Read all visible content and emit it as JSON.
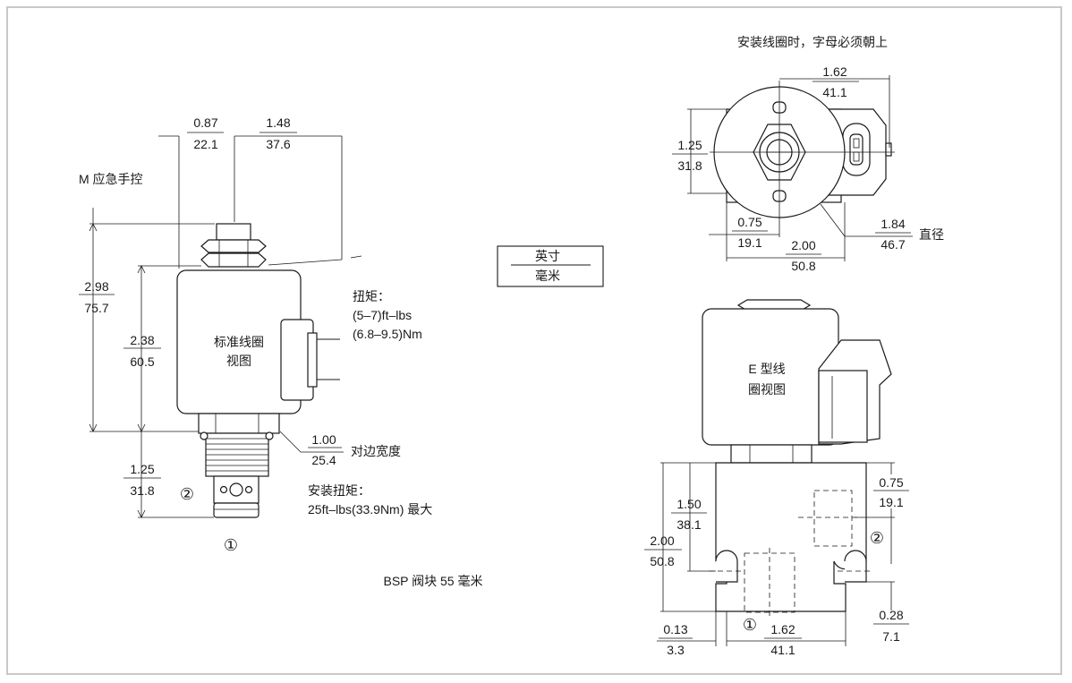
{
  "units_legend": {
    "inch": "英寸",
    "mm": "毫米"
  },
  "left_view": {
    "manual_override": "M 应急手控",
    "coil_label_1": "标准线圈",
    "coil_label_2": "视图",
    "dim_top_a": {
      "in": "0.87",
      "mm": "22.1"
    },
    "dim_top_b": {
      "in": "1.48",
      "mm": "37.6"
    },
    "dim_overall": {
      "in": "2.98",
      "mm": "75.7"
    },
    "dim_coil": {
      "in": "2.38",
      "mm": "60.5"
    },
    "dim_lower": {
      "in": "1.25",
      "mm": "31.8"
    },
    "dim_hex": {
      "in": "1.00",
      "mm": "25.4",
      "note": "对边宽度"
    },
    "torque_title": "扭矩：",
    "torque_ft": "(5–7)ft–lbs",
    "torque_nm": "(6.8–9.5)Nm",
    "install_title": "安装扭矩：",
    "install_value": "25ft–lbs(33.9Nm) 最大",
    "port_1": "①",
    "port_2": "②"
  },
  "top_view": {
    "note": "安装线圈时，字母必须朝上",
    "dim_width": {
      "in": "1.62",
      "mm": "41.1"
    },
    "dim_height": {
      "in": "1.25",
      "mm": "31.8"
    },
    "dim_offset": {
      "in": "0.75",
      "mm": "19.1"
    },
    "dim_base": {
      "in": "2.00",
      "mm": "50.8"
    },
    "dim_dia": {
      "in": "1.84",
      "mm": "46.7",
      "note": "直径"
    }
  },
  "right_view": {
    "coil_label_1": "E 型线",
    "coil_label_2": "圈视图",
    "dim_block_h": {
      "in": "2.00",
      "mm": "50.8"
    },
    "dim_port_h": {
      "in": "1.50",
      "mm": "38.1"
    },
    "dim_port2": {
      "in": "0.75",
      "mm": "19.1"
    },
    "dim_edge_r": {
      "in": "0.28",
      "mm": "7.1"
    },
    "dim_edge_l": {
      "in": "0.13",
      "mm": "3.3"
    },
    "dim_width": {
      "in": "1.62",
      "mm": "41.1"
    },
    "port_1": "①",
    "port_2": "②"
  },
  "block_caption": "BSP 阀块 55 毫米"
}
